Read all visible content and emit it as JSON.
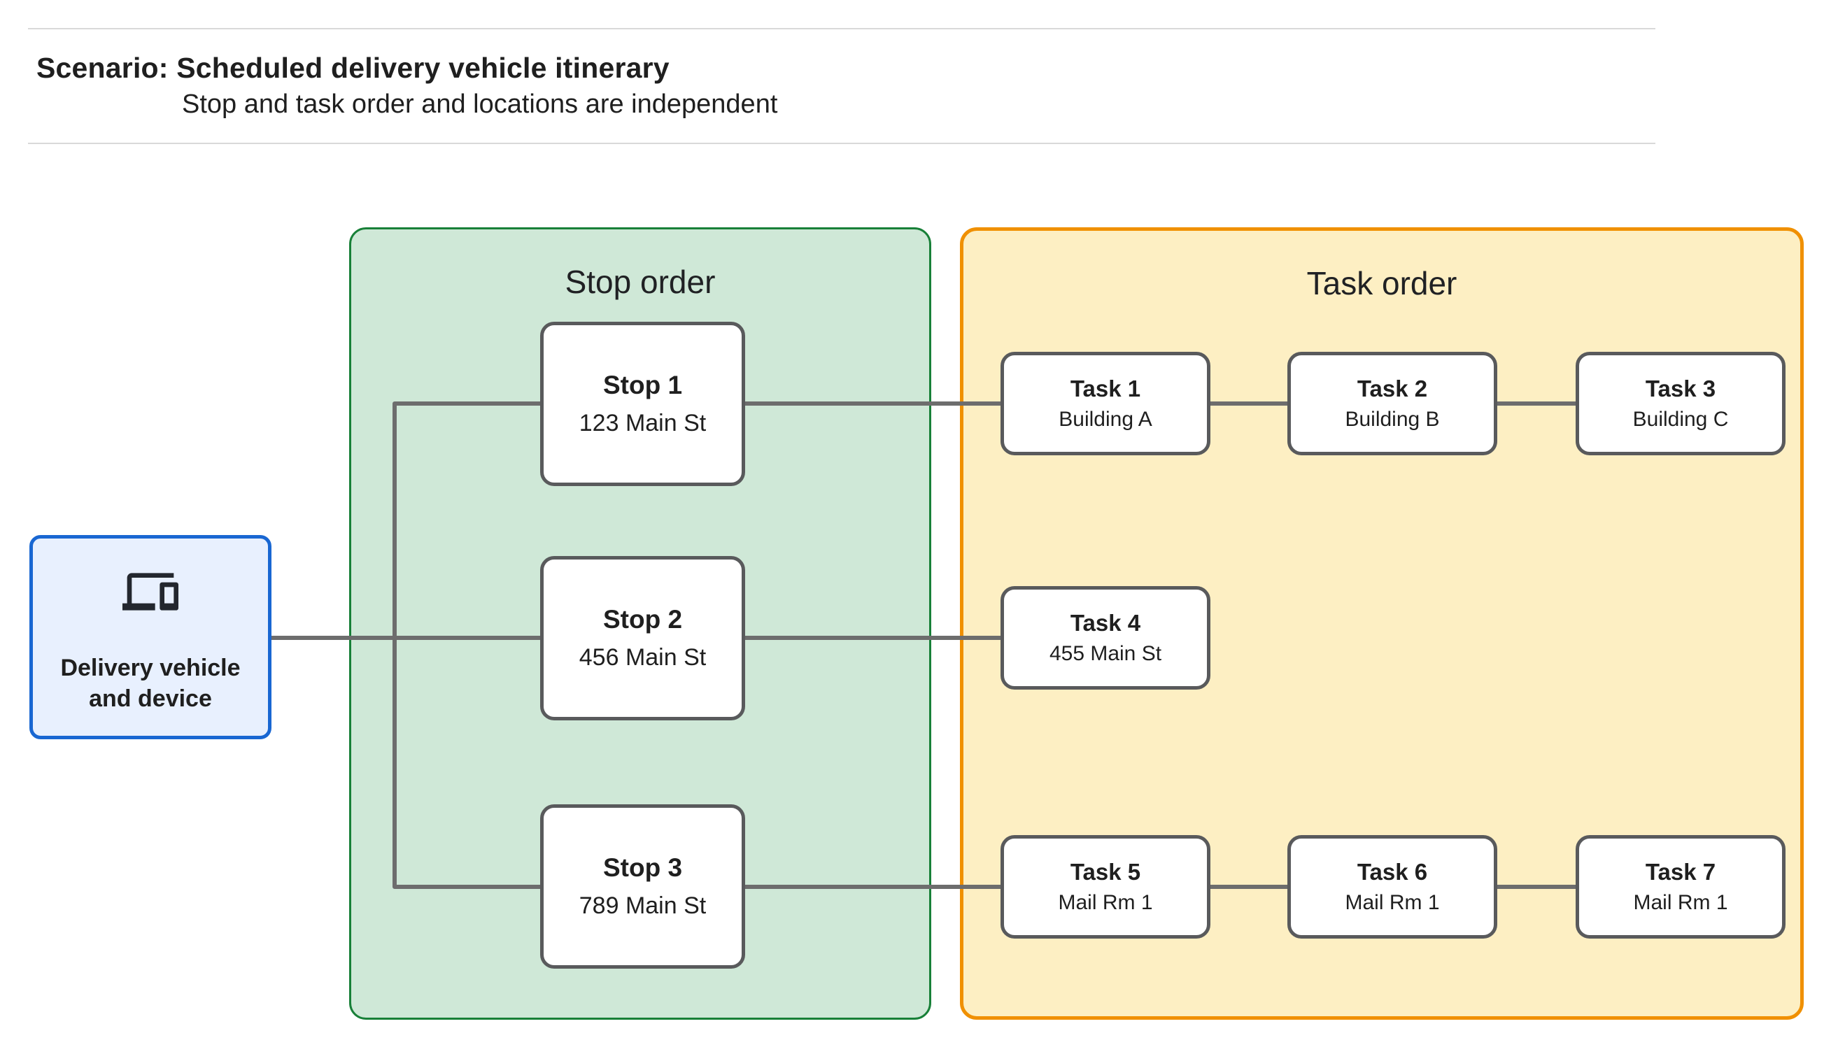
{
  "header": {
    "scenario_label": "Scenario:",
    "scenario_title": "Scheduled delivery vehicle itinerary",
    "subtitle": "Stop and task order and locations are independent"
  },
  "vehicle_node": {
    "icon": "devices-icon",
    "label_line1": "Delivery vehicle",
    "label_line2": "and device"
  },
  "stop_panel": {
    "title": "Stop order"
  },
  "task_panel": {
    "title": "Task order"
  },
  "stops": [
    {
      "name": "Stop 1",
      "address": "123 Main St"
    },
    {
      "name": "Stop 2",
      "address": "456 Main St"
    },
    {
      "name": "Stop 3",
      "address": "789 Main St"
    }
  ],
  "tasks": [
    {
      "name": "Task 1",
      "location": "Building A"
    },
    {
      "name": "Task 2",
      "location": "Building B"
    },
    {
      "name": "Task 3",
      "location": "Building C"
    },
    {
      "name": "Task 4",
      "location": "455 Main St"
    },
    {
      "name": "Task 5",
      "location": "Mail Rm 1"
    },
    {
      "name": "Task 6",
      "location": "Mail Rm 1"
    },
    {
      "name": "Task 7",
      "location": "Mail Rm 1"
    }
  ],
  "colors": {
    "stop_panel_fill": "#cfe8d7",
    "stop_panel_border": "#188038",
    "task_panel_fill": "#fdefc3",
    "task_panel_border": "#f09000",
    "vehicle_fill": "#e8f0fe",
    "vehicle_border": "#1967d2",
    "node_border": "#595a5c",
    "connector": "#6d6d6d"
  }
}
